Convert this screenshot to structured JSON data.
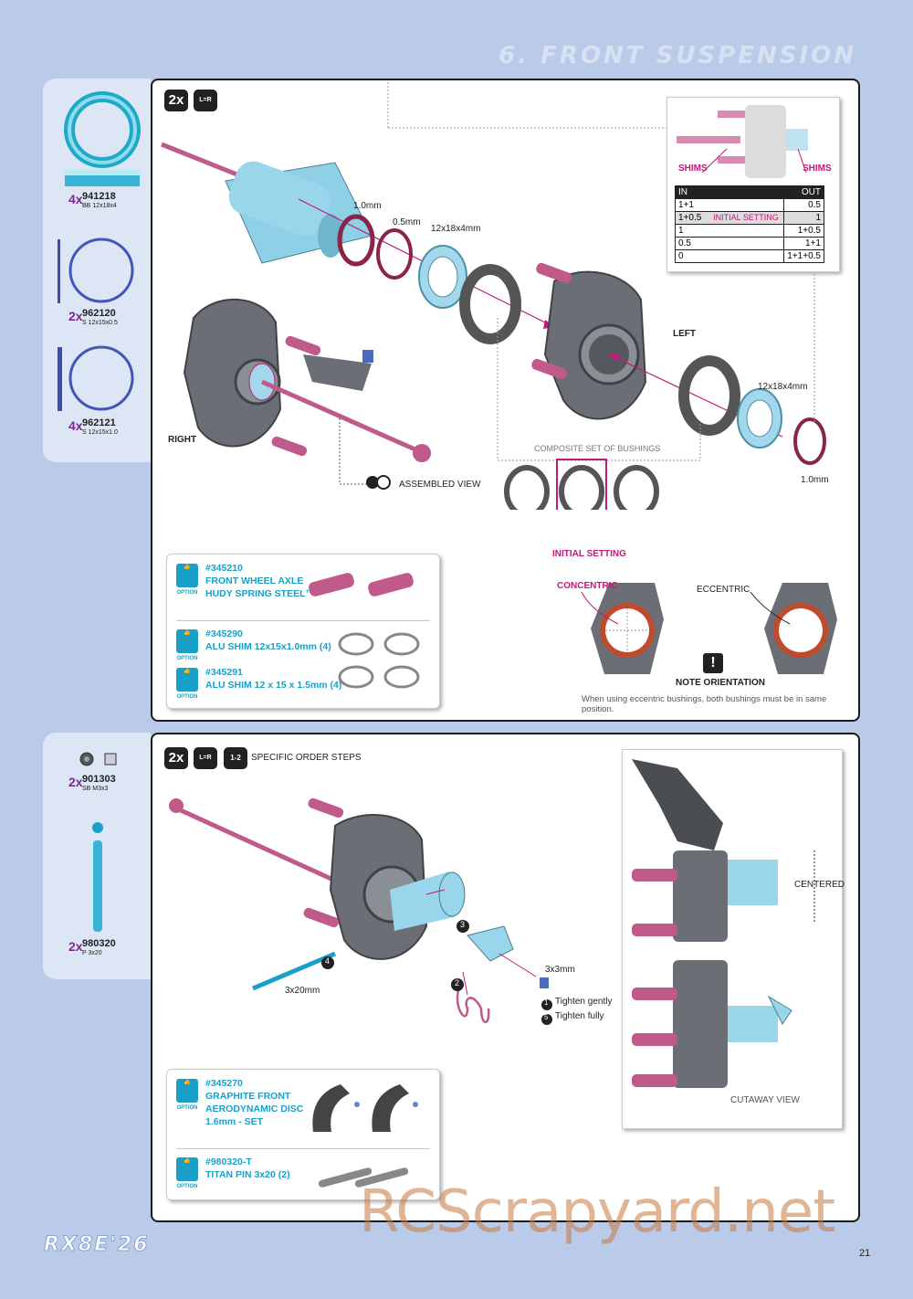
{
  "header": {
    "title": "6. FRONT SUSPENSION"
  },
  "colors": {
    "accent_magenta": "#c2187a",
    "accent_cyan": "#1aa0c8",
    "qty_purple": "#7a2b8e",
    "background": "#b9cbe8"
  },
  "sidebar1": {
    "parts": [
      {
        "qty": "4x",
        "code": "941218",
        "desc": "BB 12x18x4"
      },
      {
        "qty": "2x",
        "code": "962120",
        "desc": "S 12x15x0.5"
      },
      {
        "qty": "4x",
        "code": "962121",
        "desc": "S 12x15x1.0"
      }
    ]
  },
  "panel1": {
    "badge_qty": "2x",
    "badge_lr": "L=R",
    "labels": {
      "shim1": "1.0mm",
      "shim05": "0.5mm",
      "bearing1": "12x18x4mm",
      "bearing2": "12x18x4mm",
      "shim_right": "1.0mm",
      "left": "LEFT",
      "right": "RIGHT",
      "assembled": "ASSEMBLED VIEW",
      "composite": "COMPOSITE SET OF BUSHINGS",
      "initial": "INITIAL SETTING",
      "concentric": "CONCENTRIC",
      "eccentric": "ECCENTRIC",
      "note": "NOTE ORIENTATION",
      "note_text": "When using eccentric bushings, both bushings must be in same position.",
      "shims_l": "SHIMS",
      "shims_r": "SHIMS"
    },
    "shim_table": {
      "headers": [
        "IN",
        "OUT"
      ],
      "rows": [
        {
          "in": "1+1",
          "note": "",
          "out": "0.5"
        },
        {
          "in": "1+0.5",
          "note": "INITIAL SETTING",
          "out": "1"
        },
        {
          "in": "1",
          "note": "",
          "out": "1+0.5"
        },
        {
          "in": "0.5",
          "note": "",
          "out": "1+1"
        },
        {
          "in": "0",
          "note": "",
          "out": "1+1+0.5"
        }
      ]
    },
    "options": [
      {
        "lines": [
          "#345210",
          "FRONT WHEEL AXLE",
          "HUDY SPRING STEEL™"
        ]
      },
      {
        "lines": [
          "#345290",
          "ALU SHIM 12x15x1.0mm (4)"
        ]
      },
      {
        "lines": [
          "#345291",
          "ALU SHIM 12 x 15 x 1.5mm (4)"
        ]
      }
    ],
    "option_label": "OPTION"
  },
  "sidebar2": {
    "parts": [
      {
        "qty": "2x",
        "code": "901303",
        "desc": "SB M3x3"
      },
      {
        "qty": "2x",
        "code": "980320",
        "desc": "P 3x20"
      }
    ]
  },
  "panel2": {
    "badge_qty": "2x",
    "badge_lr": "L=R",
    "specific": "SPECIFIC ORDER STEPS",
    "labels": {
      "pin": "3x20mm",
      "screw": "3x3mm",
      "step1": "Tighten gently",
      "step5": "Tighten fully",
      "centered": "CENTERED",
      "cutaway": "CUTAWAY VIEW",
      "n1": "1",
      "n2": "2",
      "n3": "3",
      "n4": "4",
      "n5": "5"
    },
    "options": [
      {
        "lines": [
          "#345270",
          "GRAPHITE FRONT",
          "AERODYNAMIC DISC",
          "1.6mm - SET"
        ]
      },
      {
        "lines": [
          "#980320-T",
          "TITAN PIN 3x20 (2)"
        ]
      }
    ],
    "option_label": "OPTION"
  },
  "footer": {
    "logo": "RX8E'26",
    "page": "21",
    "watermark": "RCScrapyard.net"
  }
}
